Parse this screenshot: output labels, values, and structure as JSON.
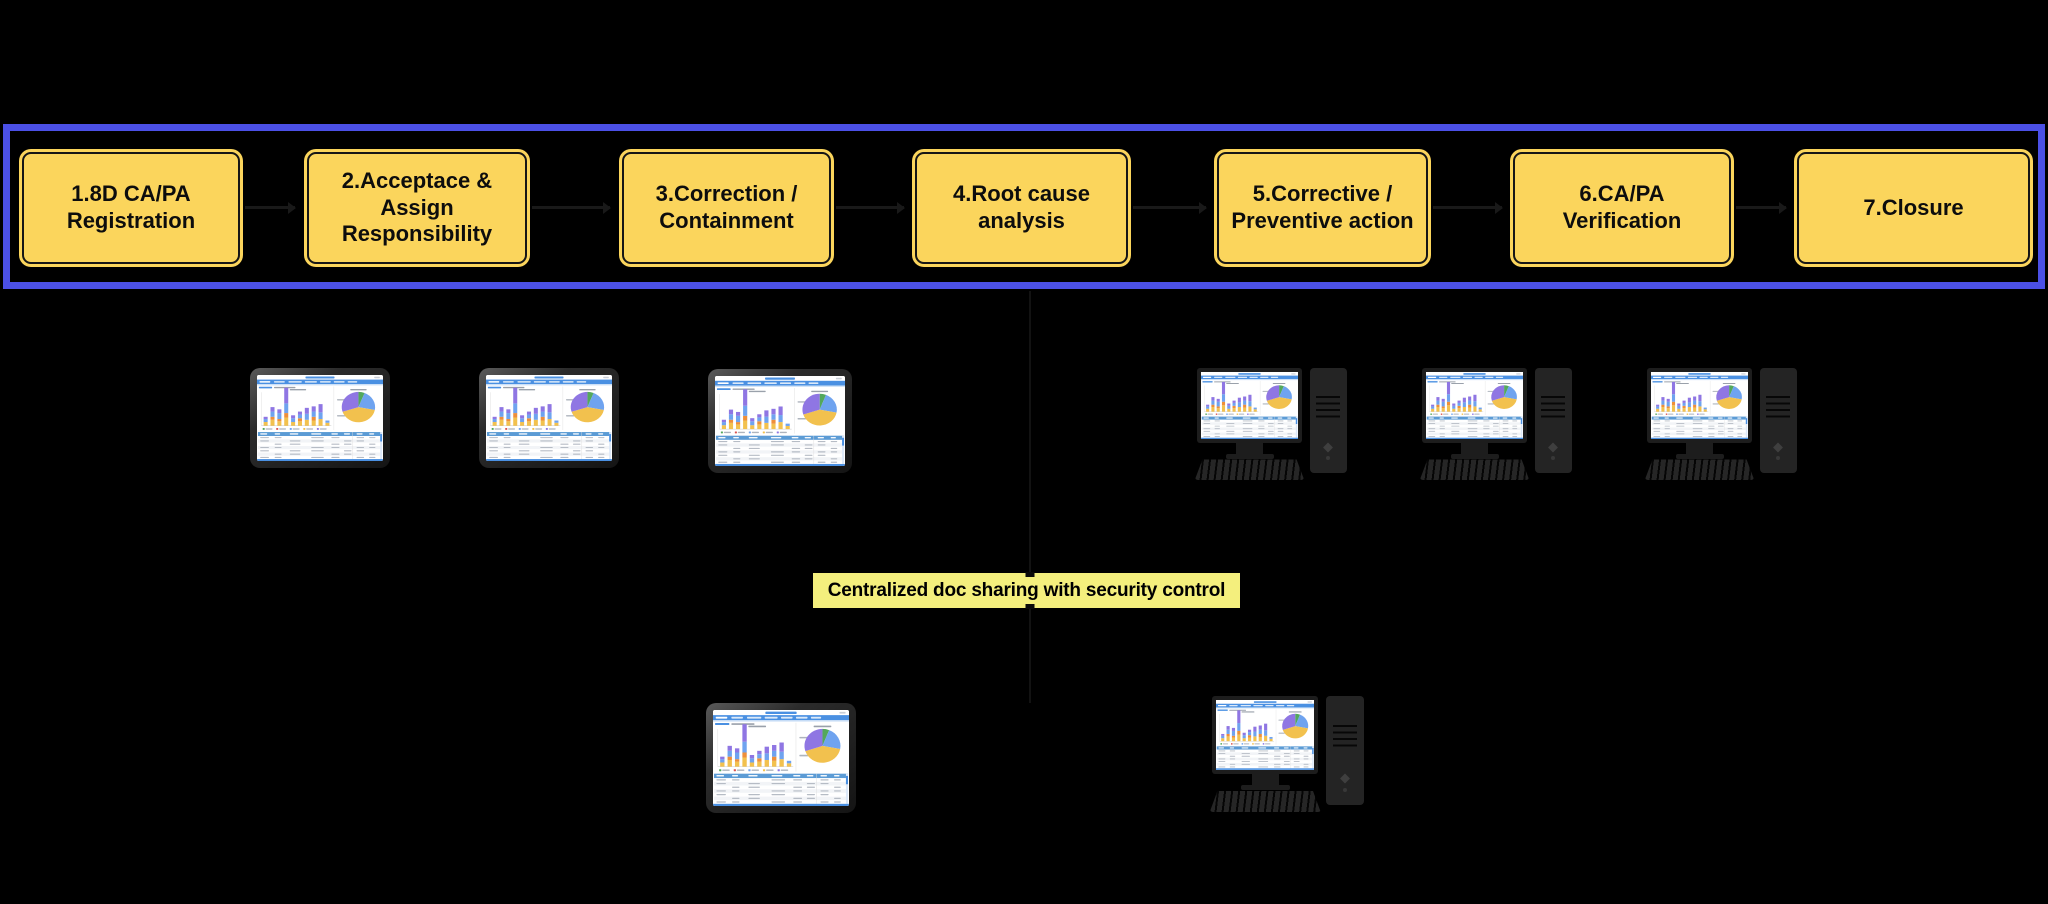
{
  "canvas": {
    "background": "#000000"
  },
  "process_flow": {
    "frame_color": "#4B50E6",
    "box_fill": "#FBD55C",
    "box_border": "#161616",
    "text_color": "#0d0d0d",
    "steps": [
      {
        "label": "1.8D CA/PA Registration"
      },
      {
        "label": "2.Acceptace & Assign Responsibility"
      },
      {
        "label": "3.Correction / Containment"
      },
      {
        "label": "4.Root cause analysis"
      },
      {
        "label": "5.Corrective / Preventive action"
      },
      {
        "label": "6.CA/PA Verification"
      },
      {
        "label": "7.Closure"
      }
    ]
  },
  "banner": {
    "text": "Centralized doc sharing with security control",
    "bg": "#F4EF7D",
    "text_color": "#000000"
  },
  "dashboard_mock": {
    "colors": {
      "nav": "#4A90E2",
      "tableHeader": "#5B9BD5",
      "yellow": "#F2C14E",
      "orange": "#EE8F3A",
      "blue": "#6FA3EF",
      "purple": "#8F76E3",
      "green": "#53A85C",
      "red": "#D9534F"
    },
    "bars": [
      [
        [
          "yellow",
          5
        ],
        [
          "blue",
          4
        ],
        [
          "purple",
          3
        ]
      ],
      [
        [
          "yellow",
          8
        ],
        [
          "orange",
          4
        ],
        [
          "blue",
          7
        ],
        [
          "purple",
          6
        ]
      ],
      [
        [
          "yellow",
          6
        ],
        [
          "orange",
          3
        ],
        [
          "blue",
          8
        ],
        [
          "purple",
          5
        ]
      ],
      [
        [
          "yellow",
          11
        ],
        [
          "orange",
          6
        ],
        [
          "blue",
          13
        ],
        [
          "purple",
          21
        ]
      ],
      [
        [
          "yellow",
          5
        ],
        [
          "blue",
          5
        ],
        [
          "purple",
          4
        ]
      ],
      [
        [
          "yellow",
          6
        ],
        [
          "orange",
          4
        ],
        [
          "blue",
          5
        ],
        [
          "purple",
          4
        ]
      ],
      [
        [
          "yellow",
          8
        ],
        [
          "blue",
          8
        ],
        [
          "purple",
          8
        ]
      ],
      [
        [
          "yellow",
          7
        ],
        [
          "orange",
          5
        ],
        [
          "blue",
          7
        ],
        [
          "purple",
          7
        ]
      ],
      [
        [
          "yellow",
          9
        ],
        [
          "blue",
          9
        ],
        [
          "purple",
          11
        ]
      ],
      [
        [
          "yellow",
          4
        ],
        [
          "blue",
          3
        ]
      ]
    ],
    "pie": [
      [
        "green",
        0.06
      ],
      [
        "blue",
        0.22
      ],
      [
        "yellow",
        0.42
      ],
      [
        "purple",
        0.3
      ]
    ],
    "legend": [
      "green",
      "red",
      "blue",
      "yellow",
      "purple"
    ]
  }
}
